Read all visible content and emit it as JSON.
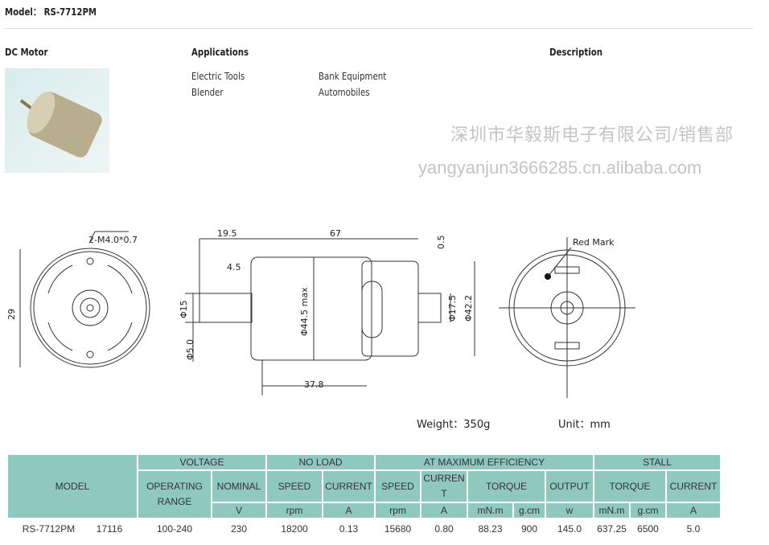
{
  "header": {
    "model_label": "Model：",
    "model_value": "RS-7712PM"
  },
  "sections": {
    "product": "DC Motor",
    "applications": "Applications",
    "description": "Description"
  },
  "applications": [
    "Electric Tools",
    "Bank Equipment",
    "Blender",
    "Automobiles"
  ],
  "drawing": {
    "hole_label": "2-M4.0*0.7",
    "dim_29": "29",
    "dim_19_5": "19.5",
    "dim_67": "67",
    "dim_0_5": "0.5",
    "dim_4_5": "4.5",
    "dim_15": "Φ15",
    "dim_5": "Φ5.0",
    "dim_44_5": "Φ44.5 max",
    "dim_17_5": "Φ17.5",
    "dim_42_2": "Φ42.2",
    "dim_37_8": "37.8",
    "red_mark": "Red Mark",
    "weight": "Weight：350g",
    "unit": "Unit：mm"
  },
  "table": {
    "model": "MODEL",
    "voltage": "VOLTAGE",
    "no_load": "NO LOAD",
    "max_eff": "AT MAXIMUM EFFICIENCY",
    "stall": "STALL",
    "operating_range": "OPERATING RANGE",
    "nominal": "NOMINAL",
    "speed": "SPEED",
    "current": "CURRENT",
    "current_split": "CURREN T",
    "torque": "TORQUE",
    "output": "OUTPUT",
    "units": {
      "v": "V",
      "rpm": "rpm",
      "a": "A",
      "rpm2": "rpm",
      "a2": "A",
      "mnm": "mN.m",
      "gcm": "g.cm",
      "w": "w",
      "mnm2": "mN.m",
      "gcm2": "g.cm",
      "a3": "A"
    },
    "row": [
      "RS-7712PM",
      "17116",
      "100-240",
      "230",
      "18200",
      "0.13",
      "15680",
      "0.80",
      "88.23",
      "900",
      "145.0",
      "637.25",
      "6500",
      "5.0"
    ]
  },
  "watermark": {
    "company": "深圳市华毅斯电子有限公司/销售部",
    "site": "yangyanjun3666285.cn.alibaba.com"
  }
}
